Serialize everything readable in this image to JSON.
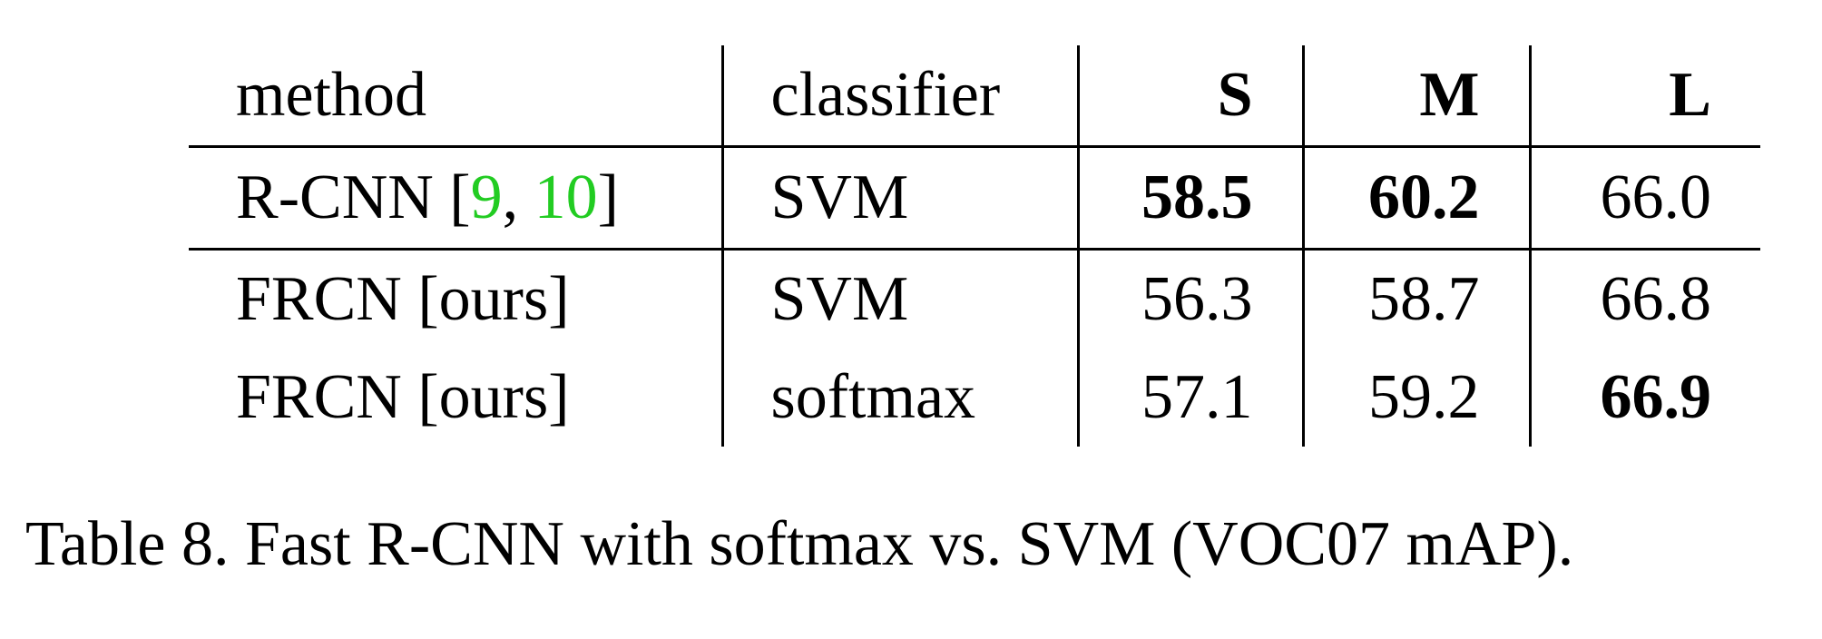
{
  "table": {
    "headers": {
      "method": "method",
      "classifier": "classifier",
      "s": "S",
      "m": "M",
      "l": "L"
    },
    "rows": [
      {
        "method_prefix": "R-CNN [",
        "cite_1": "9",
        "cite_sep": ", ",
        "cite_2": "10",
        "method_suffix": "]",
        "classifier": "SVM",
        "s": "58.5",
        "m": "60.2",
        "l": "66.0"
      },
      {
        "method": "FRCN [ours]",
        "classifier": "SVM",
        "s": "56.3",
        "m": "58.7",
        "l": "66.8"
      },
      {
        "method": "FRCN [ours]",
        "classifier": "softmax",
        "s": "57.1",
        "m": "59.2",
        "l": "66.9"
      }
    ]
  },
  "caption": "Table 8. Fast R-CNN with softmax vs. SVM (VOC07 mAP).",
  "colors": {
    "citation": "#22cc22",
    "text": "#000000"
  }
}
